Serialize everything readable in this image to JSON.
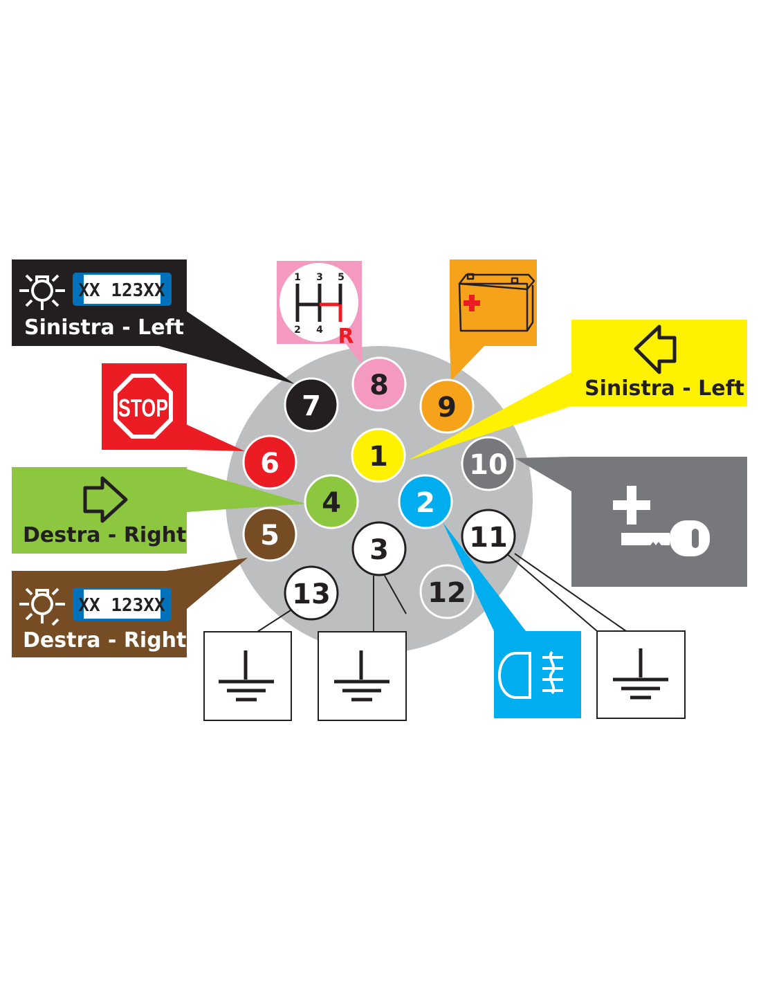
{
  "title": "13-pin trailer socket wiring diagram",
  "connector_color": "#bcbec0",
  "pins": [
    {
      "number": "1",
      "color": "#fff200",
      "text_color": "#231f20"
    },
    {
      "number": "2",
      "color": "#00aeef",
      "text_color": "#ffffff"
    },
    {
      "number": "3",
      "color": "#ffffff",
      "text_color": "#231f20"
    },
    {
      "number": "4",
      "color": "#8dc63f",
      "text_color": "#231f20"
    },
    {
      "number": "5",
      "color": "#754c24",
      "text_color": "#ffffff"
    },
    {
      "number": "6",
      "color": "#ec1c24",
      "text_color": "#ffffff"
    },
    {
      "number": "7",
      "color": "#231f20",
      "text_color": "#ffffff"
    },
    {
      "number": "8",
      "color": "#f49ac1",
      "text_color": "#231f20"
    },
    {
      "number": "9",
      "color": "#f7a21b",
      "text_color": "#231f20"
    },
    {
      "number": "10",
      "color": "#77787b",
      "text_color": "#ffffff"
    },
    {
      "number": "11",
      "color": "#ffffff",
      "text_color": "#231f20"
    },
    {
      "number": "12",
      "color": "#bcbec0",
      "text_color": "#231f20"
    },
    {
      "number": "13",
      "color": "#ffffff",
      "text_color": "#231f20"
    }
  ],
  "callouts": {
    "pin7": {
      "label": "Sinistra - Left",
      "plate": "XX 123XX",
      "icon": "side-light-icon",
      "color": "#231f20"
    },
    "pin6": {
      "label": "STOP",
      "icon": "stop-sign-icon",
      "color": "#ec1c24"
    },
    "pin4": {
      "label": "Destra - Right",
      "icon": "arrow-right-icon",
      "color": "#8dc63f"
    },
    "pin5": {
      "label": "Destra - Right",
      "plate": "XX 123XX",
      "icon": "side-light-icon",
      "color": "#754c24"
    },
    "pin8": {
      "icon": "gear-shift-reverse-icon",
      "gears": [
        "1",
        "3",
        "5",
        "2",
        "4",
        "R"
      ],
      "color": "#f49ac1"
    },
    "pin9": {
      "icon": "battery-icon",
      "color": "#f7a21b"
    },
    "pin1": {
      "label": "Sinistra - Left",
      "icon": "arrow-left-icon",
      "color": "#fff200"
    },
    "pin10": {
      "icon": "ignition-plus-key-icon",
      "color": "#77787b"
    },
    "pin13": {
      "icon": "ground-icon"
    },
    "pin3": {
      "icon": "ground-icon"
    },
    "pin2": {
      "icon": "fog-light-icon",
      "color": "#00aeef"
    },
    "pin11": {
      "icon": "ground-icon"
    }
  }
}
